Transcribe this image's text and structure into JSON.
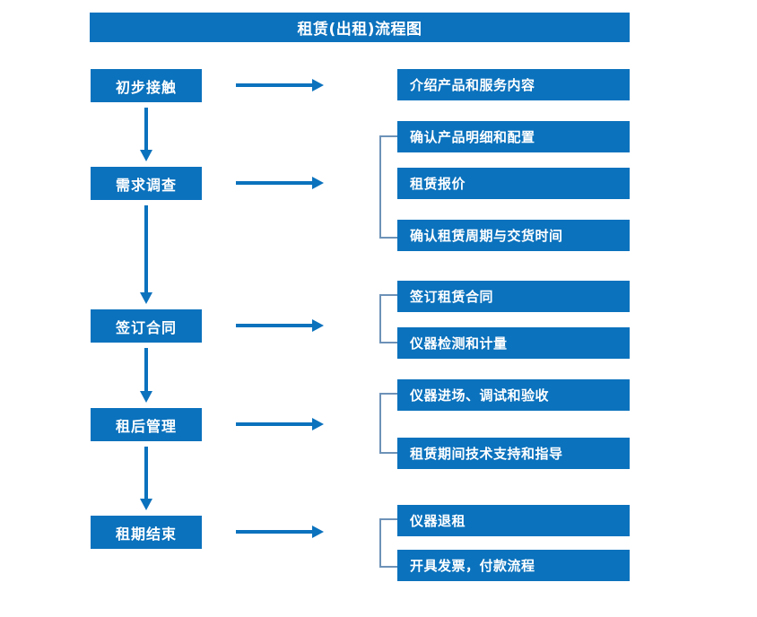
{
  "chart_data": {
    "type": "diagram",
    "diagram_type": "flowchart",
    "title": "租赁(出租)流程图",
    "orientation": "vertical-with-side-details",
    "accent_color": "#0b72bd",
    "bracket_color": "#6d92b8",
    "text_color": "#ffffff",
    "background_color": "#ffffff",
    "stages": [
      {
        "id": "stage-1",
        "label": "初步接触",
        "details": [
          "介绍产品和服务内容"
        ],
        "grouped": false
      },
      {
        "id": "stage-2",
        "label": "需求调查",
        "details": [
          "确认产品明细和配置",
          "租赁报价",
          "确认租赁周期与交货时间"
        ],
        "grouped": true
      },
      {
        "id": "stage-3",
        "label": "签订合同",
        "details": [
          "签订租赁合同",
          "仪器检测和计量"
        ],
        "grouped": true
      },
      {
        "id": "stage-4",
        "label": "租后管理",
        "details": [
          "仪器进场、调试和验收",
          "租赁期间技术支持和指导"
        ],
        "grouped": true
      },
      {
        "id": "stage-5",
        "label": "租期结束",
        "details": [
          "仪器退租",
          "开具发票，付款流程"
        ],
        "grouped": true
      }
    ]
  },
  "title": {
    "text": "租赁(出租)流程图"
  },
  "stages": [
    {
      "label": "初步接触"
    },
    {
      "label": "需求调查"
    },
    {
      "label": "签订合同"
    },
    {
      "label": "租后管理"
    },
    {
      "label": "租期结束"
    }
  ],
  "details": [
    {
      "label": "介绍产品和服务内容"
    },
    {
      "label": "确认产品明细和配置"
    },
    {
      "label": "租赁报价"
    },
    {
      "label": "确认租赁周期与交货时间"
    },
    {
      "label": "签订租赁合同"
    },
    {
      "label": "仪器检测和计量"
    },
    {
      "label": "仪器进场、调试和验收"
    },
    {
      "label": "租赁期间技术支持和指导"
    },
    {
      "label": "仪器退租"
    },
    {
      "label": "开具发票，付款流程"
    }
  ]
}
